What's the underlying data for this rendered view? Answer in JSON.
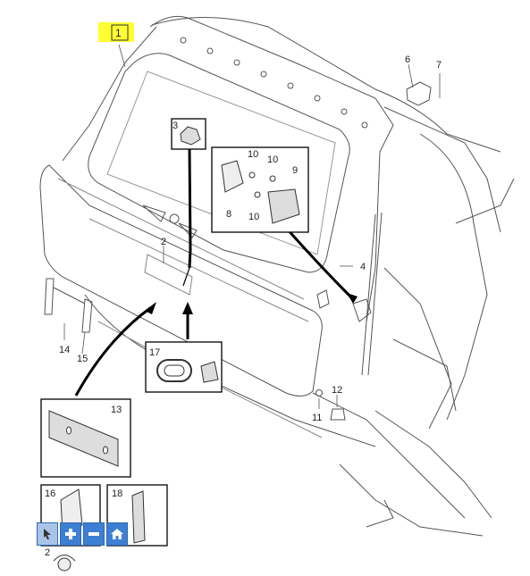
{
  "diagram": {
    "callouts": {
      "c1": "1",
      "c2": "2",
      "c2b": "2",
      "c3": "3",
      "c4": "4",
      "c6": "6",
      "c7": "7",
      "c8": "8",
      "c9": "9",
      "c10a": "10",
      "c10b": "10",
      "c10c": "10",
      "c11": "11",
      "c12": "12",
      "c13": "13",
      "c14": "14",
      "c15": "15",
      "c16": "16",
      "c17": "17",
      "c18": "18"
    },
    "highlight_color": "#ffff33"
  },
  "toolbar": {
    "buttons": [
      {
        "icon": "pointer-icon"
      },
      {
        "icon": "zoom-in-icon"
      },
      {
        "icon": "zoom-out-icon"
      },
      {
        "icon": "home-icon"
      }
    ],
    "accent": "#3d7fd3"
  }
}
